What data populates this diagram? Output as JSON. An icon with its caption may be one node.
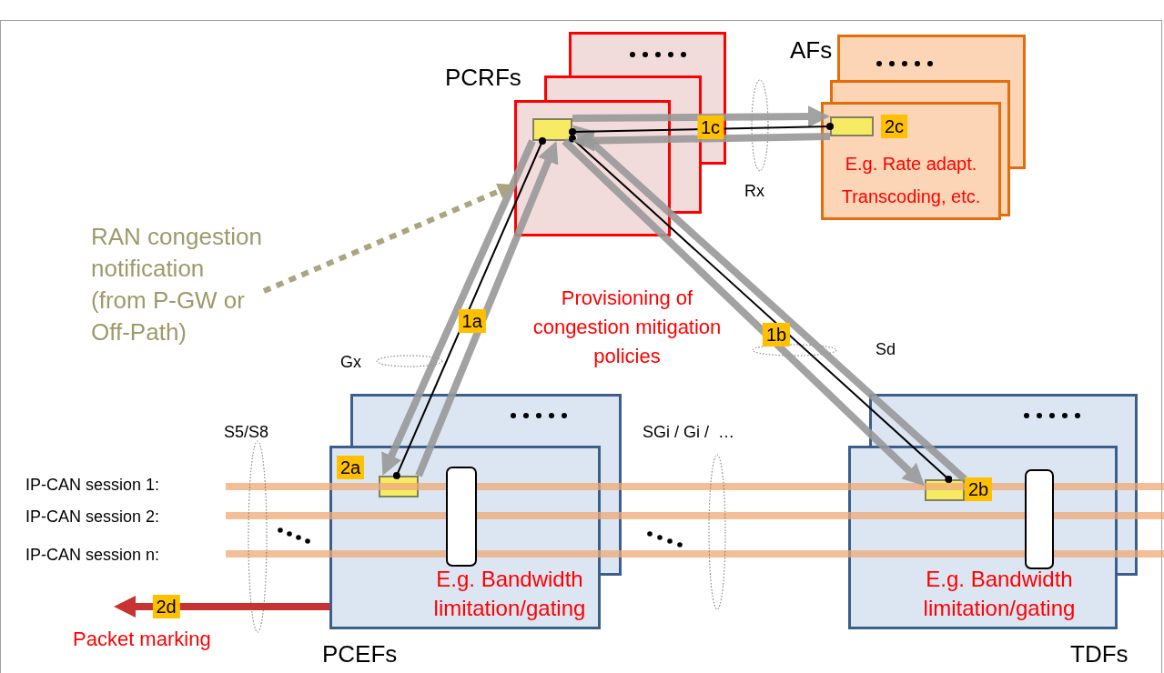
{
  "diagram": {
    "nodes": [
      {
        "text": [
          "PCRFs"
        ]
      },
      {
        "text": [],
        "shape": "box",
        "in": 0
      },
      {
        "text": [
          "AFs",
          "E.g. Rate adapt. Transcoding, etc."
        ]
      },
      {
        "text": [],
        "shape": "box",
        "in": 2,
        "beside": [
          "2c"
        ]
      },
      {
        "text": [
          "E.g. Bandwidth limitation/gating",
          "PCEFs"
        ]
      },
      {
        "text": [],
        "shape": "box",
        "in": 4,
        "beside": [
          "2a"
        ]
      },
      {
        "text": [],
        "shape": "bar",
        "in": 4
      },
      {
        "text": [
          "E.g. Bandwidth limitation/gating",
          "TDFs"
        ]
      },
      {
        "text": [],
        "shape": "box",
        "in": 7,
        "beside": [
          "2b"
        ]
      },
      {
        "text": [],
        "shape": "bar",
        "in": 7
      },
      {
        "text": [
          "RAN congestion notification (from P-GW or Off-Path)"
        ]
      }
    ],
    "edges": [
      {
        "from": 5,
        "to": 1,
        "arrow": "to",
        "label": "1a"
      },
      {
        "from": 1,
        "to": 5,
        "arrow": "to"
      },
      {
        "from": 1,
        "to": 5,
        "arrow": "other",
        "color": "#000000"
      },
      {
        "from": 1,
        "to": 8,
        "arrow": "to",
        "label": "1b"
      },
      {
        "from": 8,
        "to": 1,
        "arrow": "to"
      },
      {
        "from": 1,
        "to": 8,
        "arrow": "other",
        "color": "#000000"
      },
      {
        "from": 1,
        "to": 3,
        "arrow": "to",
        "label": "1c"
      },
      {
        "from": 3,
        "to": 1,
        "arrow": "to"
      },
      {
        "from": 1,
        "to": 3,
        "arrow": "other",
        "color": "#000000"
      },
      {
        "from": 10,
        "to": 0,
        "arrow": "to",
        "style": "dashed",
        "color": "#aaa580"
      },
      {
        "from": 4,
        "to": null,
        "arrow": "to",
        "color": "#c83232",
        "label": "2d"
      }
    ],
    "labels": [
      "Provisioning of congestion mitigation policies",
      "Gx",
      "Sd",
      "Rx",
      "S5/S8",
      "SGi / Gi /  …",
      "IP-CAN session 1:",
      "IP-CAN session 2:",
      "IP-CAN session n:",
      "Packet marking"
    ]
  }
}
